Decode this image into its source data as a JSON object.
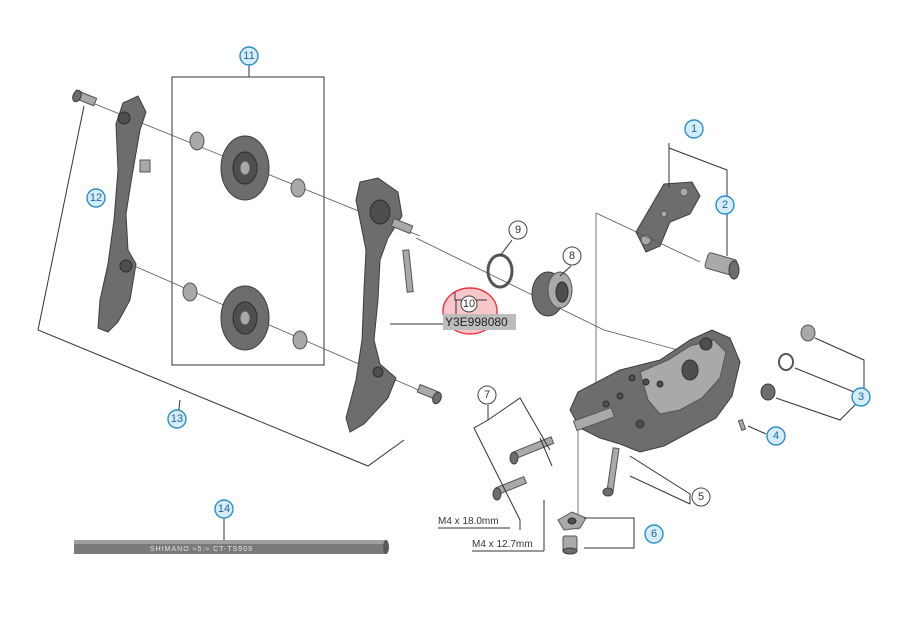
{
  "callouts": {
    "c1": "1",
    "c2": "2",
    "c3": "3",
    "c4": "4",
    "c5": "5",
    "c6": "6",
    "c7": "7",
    "c8": "8",
    "c9": "9",
    "c10": "10",
    "c11": "11",
    "c12": "12",
    "c13": "13",
    "c14": "14"
  },
  "labels": {
    "bolt_long": "M4 x 18.0mm",
    "bolt_short": "M4 x 12.7mm",
    "part_code": "Y3E998080",
    "cable_print": "SHIMANO  ≈5:≈  CT-TS909"
  },
  "colors": {
    "callout_fill": "#d6ecf8",
    "callout_stroke": "#2a8fc9",
    "highlight": "#e8343f",
    "part_grey": "#6d6d6d"
  }
}
